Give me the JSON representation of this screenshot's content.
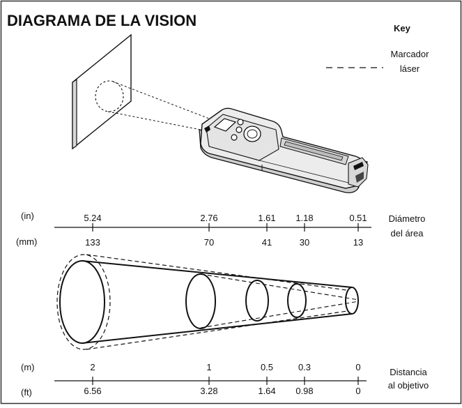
{
  "title": "DIAGRAMA DE LA VISION",
  "key": {
    "title": "Key",
    "laser_line1": "Marcador",
    "laser_line2": "láser"
  },
  "diameter": {
    "unit_in": "(in)",
    "unit_mm": "(mm)",
    "label_line1": "Diámetro",
    "label_line2": "del área",
    "values_in": [
      "5.24",
      "2.76",
      "1.61",
      "1.18",
      "0.51"
    ],
    "values_mm": [
      "133",
      "70",
      "41",
      "30",
      "13"
    ]
  },
  "distance": {
    "unit_m": "(m)",
    "unit_ft": "(ft)",
    "label_line1": "Distancia",
    "label_line2": "al objetivo",
    "values_m": [
      "2",
      "1",
      "0.5",
      "0.3",
      "0"
    ],
    "values_ft": [
      "6.56",
      "3.28",
      "1.64",
      "0.98",
      "0"
    ]
  },
  "colors": {
    "line": "#111111",
    "device_body": "#e9e9e9",
    "device_shadow": "#cfcfcf"
  }
}
